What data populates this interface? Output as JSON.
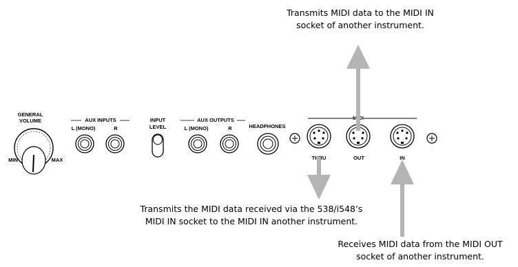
{
  "panel": {
    "general_volume_line1": "GENERAL",
    "general_volume_line2": "VOLUME",
    "min_label": "MIN",
    "max_label": "MAX",
    "aux_inputs": "AUX INPUTS",
    "aux_in_left": "L (MONO)",
    "aux_in_right": "R",
    "input_level_line1": "INPUT",
    "input_level_line2": "LEVEL",
    "aux_outputs": "AUX OUTPUTS",
    "aux_out_left": "L (MONO)",
    "aux_out_right": "R",
    "headphones": "HEADPHONES",
    "midi": "MIDI",
    "thru": "THRU",
    "out": "OUT",
    "in": "IN"
  },
  "annotations": {
    "out_line1": "Transmits MIDI data to the MIDI IN",
    "out_line2": "socket of another instrument.",
    "thru_line1": "Transmits the MIDI data received via the 538/i548’s",
    "thru_line2": "MIDI IN socket to the MIDI IN another instrument.",
    "in_line1": "Receives MIDI data from the MIDI OUT",
    "in_line2": "socket of another instrument."
  },
  "colors": {
    "arrow": "#b4b4b4",
    "lines": "#000000"
  }
}
